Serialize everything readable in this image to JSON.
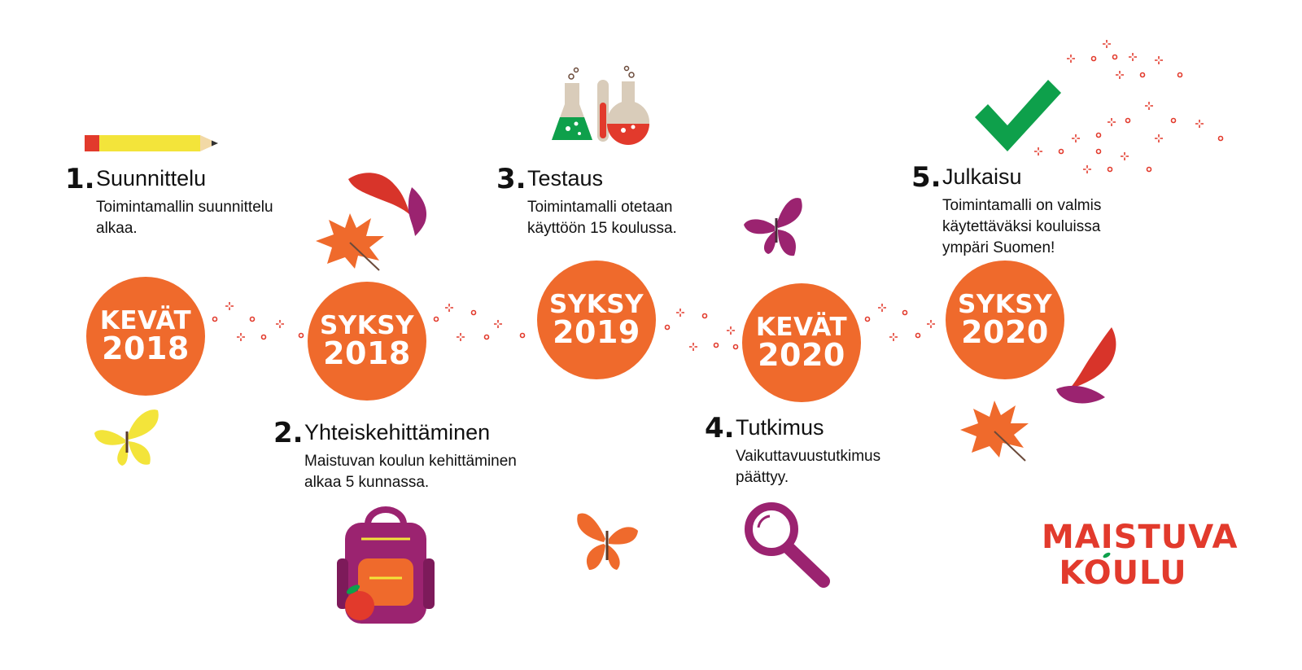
{
  "timeline": {
    "milestones": [
      {
        "season": "KEVÄT",
        "year": "2018"
      },
      {
        "season": "SYKSY",
        "year": "2018"
      },
      {
        "season": "SYKSY",
        "year": "2019"
      },
      {
        "season": "KEVÄT",
        "year": "2020"
      },
      {
        "season": "SYKSY",
        "year": "2020"
      }
    ],
    "steps": [
      {
        "number": "1.",
        "title": "Suunnittelu",
        "desc_line1": "Toimintamallin suunnittelu",
        "desc_line2": "alkaa."
      },
      {
        "number": "2.",
        "title": "Yhteiskehittäminen",
        "desc_line1": "Maistuvan koulun kehittäminen",
        "desc_line2": "alkaa 5 kunnassa."
      },
      {
        "number": "3.",
        "title": "Testaus",
        "desc_line1": "Toimintamalli otetaan",
        "desc_line2": "käyttöön 15 koulussa."
      },
      {
        "number": "4.",
        "title": "Tutkimus",
        "desc_line1": "Vaikuttavuustutkimus",
        "desc_line2": "päättyy."
      },
      {
        "number": "5.",
        "title": "Julkaisu",
        "desc_line1": "Toimintamalli on valmis",
        "desc_line2": "käytettäväksi kouluissa",
        "desc_line3": "ympäri Suomen!"
      }
    ]
  },
  "logo": {
    "line1": "MAISTUVA",
    "line2": "KOULU"
  },
  "colors": {
    "circle": "#ef6a2c",
    "dots": "#e23a2c",
    "purple": "#9b2370",
    "yellow": "#f3e43a",
    "green": "#0ea04b",
    "leaf_red": "#d8342a",
    "leaf_orange": "#ef6a2c"
  },
  "icons": [
    "pencil-icon",
    "lab-flasks-icon",
    "checkmark-icon",
    "backpack-icon",
    "magnifier-icon",
    "butterfly-icon",
    "leaf-icon",
    "apple-icon"
  ]
}
